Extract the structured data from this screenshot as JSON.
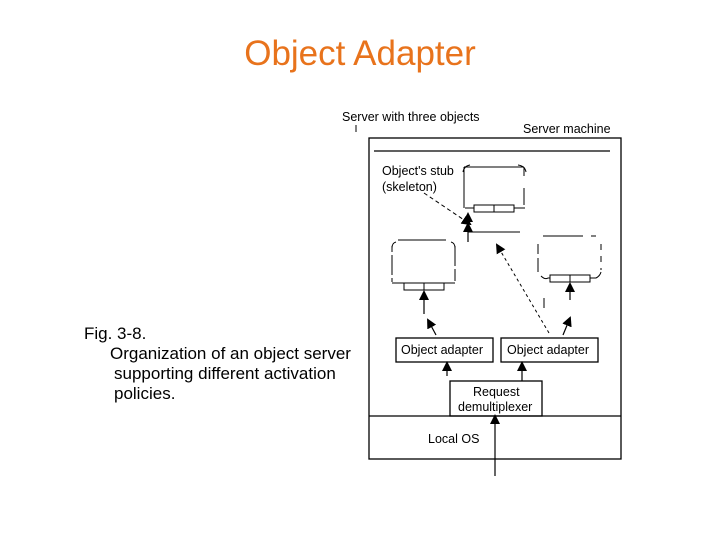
{
  "title": "Object Adapter",
  "caption": {
    "fig": "Fig. 3-8.",
    "text": "Organization of an object server supporting different activation policies."
  },
  "diagram": {
    "server_with_three_objects": "Server with three objects",
    "server_machine": "Server machine",
    "stub_line1": "Object's stub",
    "stub_line2": "(skeleton)",
    "adapter_left": "Object adapter",
    "adapter_right": "Object adapter",
    "demux_line1": "Request",
    "demux_line2": "demultiplexer",
    "local_os": "Local OS"
  }
}
